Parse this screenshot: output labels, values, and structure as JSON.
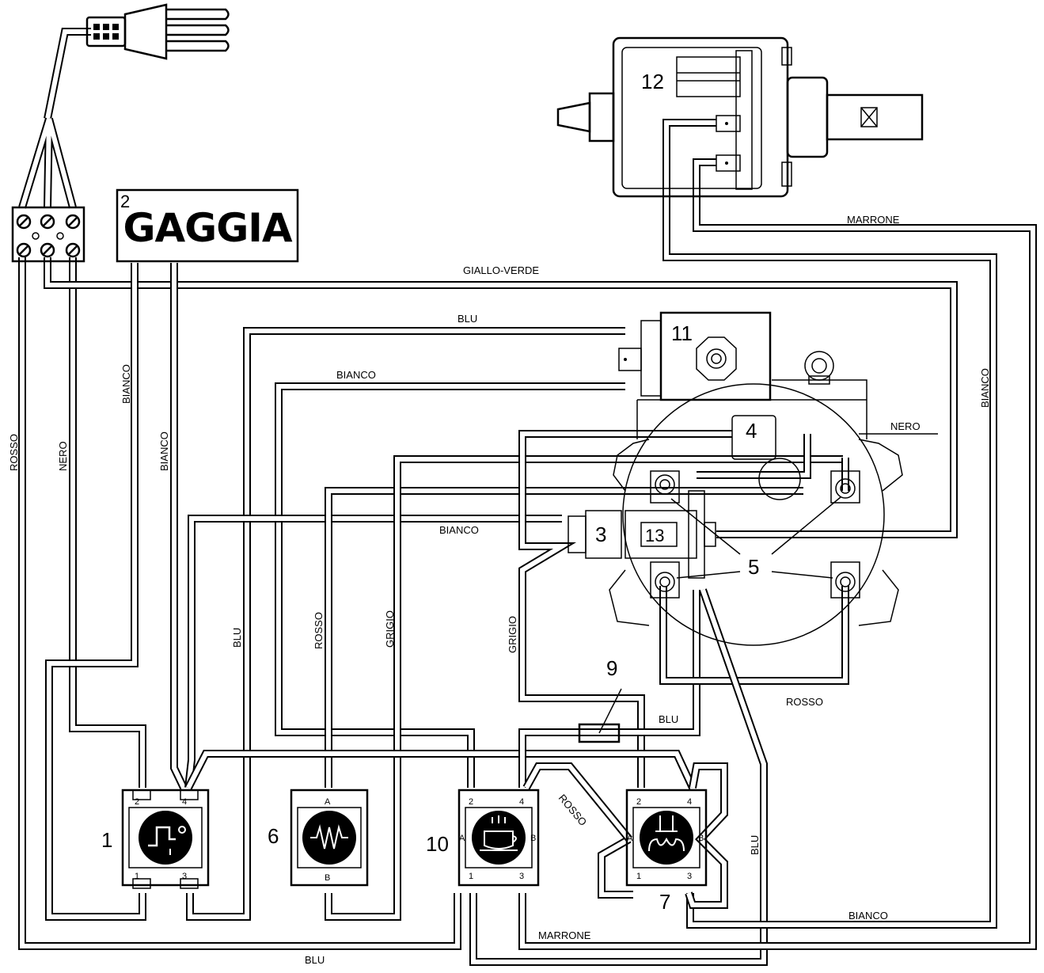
{
  "brand": {
    "name": "GAGGIA",
    "number": "2"
  },
  "component_numbers": {
    "power_switch": "1",
    "brand_panel": "2",
    "element_3": "3",
    "element_4": "4",
    "element_5": "5",
    "heater_switch": "6",
    "steam_switch": "7",
    "element_9": "9",
    "coffee_switch": "10",
    "solenoid_valve": "11",
    "pump": "12",
    "element_13": "13"
  },
  "wire_labels": {
    "rosso_left": "ROSSO",
    "nero_left": "NERO",
    "bianco_left1": "BIANCO",
    "bianco_left2": "BIANCO",
    "giallo_verde": "GIALLO-VERDE",
    "blu_top": "BLU",
    "bianco_top": "BIANCO",
    "bianco_mid": "BIANCO",
    "blu_vertical": "BLU",
    "rosso_vertical": "ROSSO",
    "grigio_vertical1": "GRIGIO",
    "grigio_vertical2": "GRIGIO",
    "marrone_top": "MARRONE",
    "bianco_right": "BIANCO",
    "nero_right": "NERO",
    "rosso_bottom": "ROSSO",
    "blu_mid": "BLU",
    "rosso_diag": "ROSSO",
    "blu_right_vertical": "BLU",
    "bianco_bottom": "BIANCO",
    "marrone_bottom": "MARRONE",
    "blu_bottom": "BLU"
  },
  "pins": {
    "p2": "2",
    "p4": "4",
    "p1": "1",
    "p3": "3",
    "pA": "A",
    "pB": "B"
  }
}
